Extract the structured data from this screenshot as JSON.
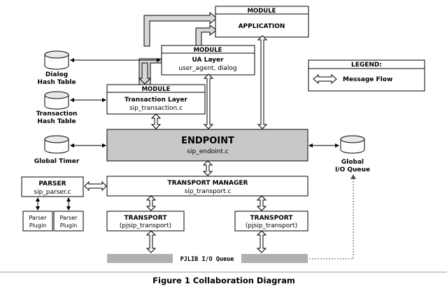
{
  "application": {
    "header": "MODULE",
    "label": "APPLICATION"
  },
  "ua_layer": {
    "header": "MODULE",
    "title": "UA Layer",
    "subtitle": "user_agent, dialog"
  },
  "transaction_layer": {
    "header": "MODULE",
    "title": "Transaction Layer",
    "subtitle": "sip_transaction.c"
  },
  "endpoint": {
    "title": "ENDPOINT",
    "subtitle": "sip_endoint.c"
  },
  "transport_manager": {
    "title": "TRANSPORT MANAGER",
    "subtitle": "sip_transport.c"
  },
  "parser": {
    "title": "PARSER",
    "subtitle": "sip_parser.c"
  },
  "parser_plugins": [
    {
      "line1": "Parser",
      "line2": "Plugin"
    },
    {
      "line1": "Parser",
      "line2": "Plugin"
    }
  ],
  "transports": [
    {
      "title": "TRANSPORT",
      "subtitle": "(pjsip_transport)"
    },
    {
      "title": "TRANSPORT",
      "subtitle": "(pjsip_transport)"
    }
  ],
  "pjlib_queue": "PJLIB I/O Queue",
  "databases": {
    "dialog": {
      "line1": "Dialog",
      "line2": "Hash Table"
    },
    "transaction": {
      "line1": "Transaction",
      "line2": "Hash Table"
    },
    "timer": {
      "line1": "Global Timer"
    },
    "io_queue": {
      "line1": "Global",
      "line2": "I/O Queue"
    }
  },
  "legend": {
    "title": "LEGEND:",
    "item": "Message Flow"
  },
  "caption": "Figure 1 Collaboration Diagram"
}
